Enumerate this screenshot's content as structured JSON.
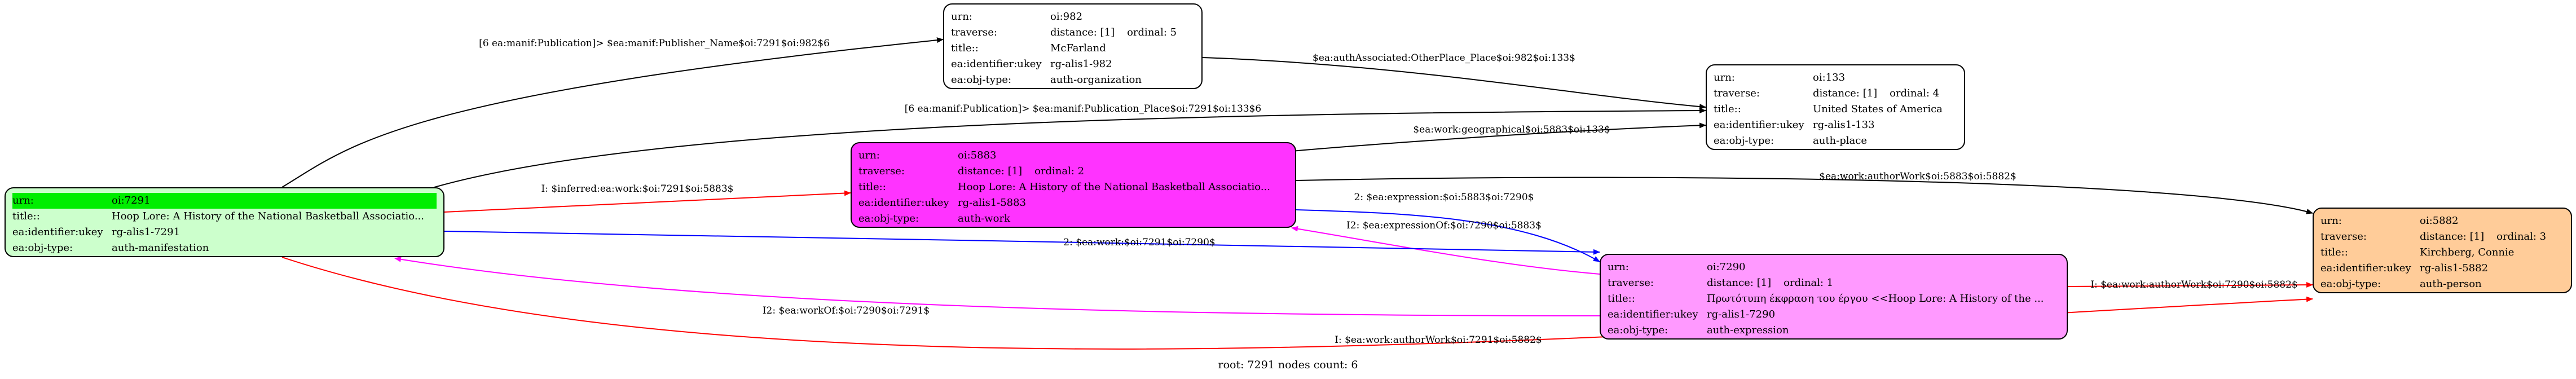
{
  "nodes": [
    {
      "id": "n7291",
      "fill": "#ccffcc",
      "highlight_first_row": true,
      "rows": [
        {
          "k": "urn:",
          "v": "oi:7291"
        },
        {
          "k": "title::",
          "v": "Hoop Lore: A History of the National Basketball Associatio..."
        },
        {
          "k": "ea:identifier:ukey",
          "v": "rg-alis1-7291"
        },
        {
          "k": "ea:obj-type:",
          "v": "auth-manifestation"
        }
      ]
    },
    {
      "id": "n982",
      "fill": "#ffffff",
      "rows": [
        {
          "k": "urn:",
          "v": "oi:982"
        },
        {
          "k": "traverse:",
          "v": "distance: [1]",
          "v2": "ordinal: 5"
        },
        {
          "k": "title::",
          "v": "McFarland"
        },
        {
          "k": "ea:identifier:ukey",
          "v": "rg-alis1-982"
        },
        {
          "k": "ea:obj-type:",
          "v": "auth-organization"
        }
      ]
    },
    {
      "id": "n133",
      "fill": "#ffffff",
      "rows": [
        {
          "k": "urn:",
          "v": "oi:133"
        },
        {
          "k": "traverse:",
          "v": "distance: [1]",
          "v2": "ordinal: 4"
        },
        {
          "k": "title::",
          "v": "United States of America"
        },
        {
          "k": "ea:identifier:ukey",
          "v": "rg-alis1-133"
        },
        {
          "k": "ea:obj-type:",
          "v": "auth-place"
        }
      ]
    },
    {
      "id": "n5883",
      "fill": "#ff33ff",
      "rows": [
        {
          "k": "urn:",
          "v": "oi:5883"
        },
        {
          "k": "traverse:",
          "v": "distance: [1]",
          "v2": "ordinal: 2"
        },
        {
          "k": "title::",
          "v": "Hoop Lore: A History of the National Basketball Associatio..."
        },
        {
          "k": "ea:identifier:ukey",
          "v": "rg-alis1-5883"
        },
        {
          "k": "ea:obj-type:",
          "v": "auth-work"
        }
      ]
    },
    {
      "id": "n7290",
      "fill": "#ff99ff",
      "rows": [
        {
          "k": "urn:",
          "v": "oi:7290"
        },
        {
          "k": "traverse:",
          "v": "distance: [1]",
          "v2": "ordinal: 1"
        },
        {
          "k": "title::",
          "v": "Πρωτότυπη έκφραση του έργου <<Hoop Lore: A History of the ..."
        },
        {
          "k": "ea:identifier:ukey",
          "v": "rg-alis1-7290"
        },
        {
          "k": "ea:obj-type:",
          "v": "auth-expression"
        }
      ]
    },
    {
      "id": "n5882",
      "fill": "#ffcc99",
      "rows": [
        {
          "k": "urn:",
          "v": "oi:5882"
        },
        {
          "k": "traverse:",
          "v": "distance: [1]",
          "v2": "ordinal: 3"
        },
        {
          "k": "title::",
          "v": "Kirchberg, Connie"
        },
        {
          "k": "ea:identifier:ukey",
          "v": "rg-alis1-5882"
        },
        {
          "k": "ea:obj-type:",
          "v": "auth-person"
        }
      ]
    }
  ],
  "edges": [
    {
      "from": "n7291",
      "to": "n982",
      "color": "#000000",
      "label": "[6 ea:manif:Publication]> $ea:manif:Publisher_Name$oi:7291$oi:982$6"
    },
    {
      "from": "n982",
      "to": "n133",
      "color": "#000000",
      "label": "$ea:authAssociated:OtherPlace_Place$oi:982$oi:133$"
    },
    {
      "from": "n7291",
      "to": "n133",
      "color": "#000000",
      "label": "[6 ea:manif:Publication]> $ea:manif:Publication_Place$oi:7291$oi:133$6"
    },
    {
      "from": "n5883",
      "to": "n133",
      "color": "#000000",
      "label": "$ea:work:geographical$oi:5883$oi:133$"
    },
    {
      "from": "n7291",
      "to": "n5883",
      "color": "#ff0000",
      "label": "I: $inferred:ea:work:$oi:7291$oi:5883$"
    },
    {
      "from": "n5883",
      "to": "n5882",
      "color": "#000000",
      "label": "$ea:work:authorWork$oi:5883$oi:5882$"
    },
    {
      "from": "n5883",
      "to": "n7290",
      "color": "#0000ff",
      "label": "2: $ea:expression:$oi:5883$oi:7290$"
    },
    {
      "from": "n7290",
      "to": "n5883",
      "color": "#ff00ff",
      "label": "I2: $ea:expressionOf:$oi:7290$oi:5883$"
    },
    {
      "from": "n7291",
      "to": "n7290",
      "color": "#0000ff",
      "label": "2: $ea:work:$oi:7291$oi:7290$"
    },
    {
      "from": "n7290",
      "to": "n5882",
      "color": "#ff0000",
      "label": "I: $ea:work:authorWork$oi:7290$oi:5882$"
    },
    {
      "from": "n7290",
      "to": "n7291",
      "color": "#ff00ff",
      "label": "I2: $ea:workOf:$oi:7290$oi:7291$"
    },
    {
      "from": "n7291",
      "to": "n5882",
      "color": "#ff0000",
      "label": "I: $ea:work:authorWork$oi:7291$oi:5882$"
    }
  ],
  "footer": "root: 7291 nodes count: 6"
}
